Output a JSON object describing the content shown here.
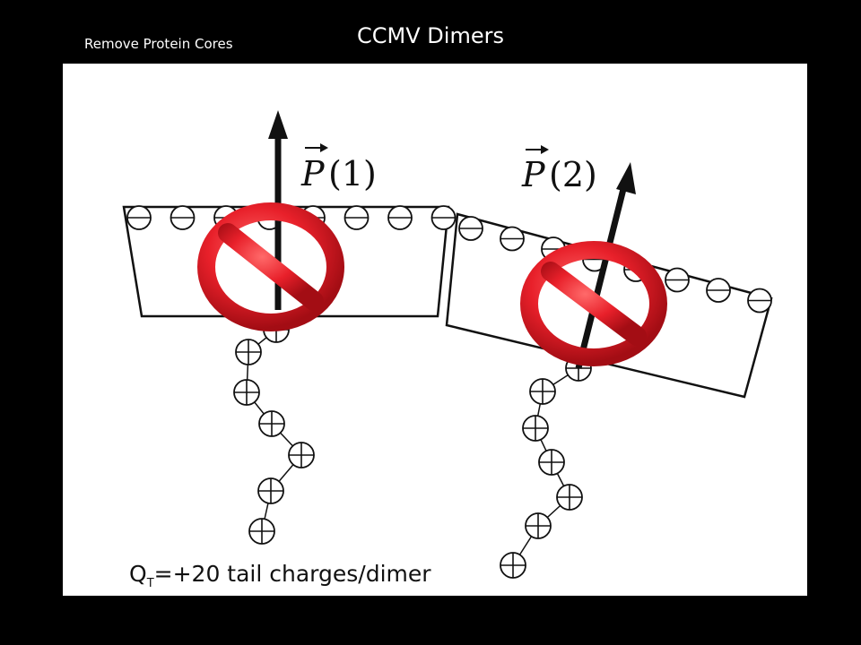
{
  "title": "CCMV Dimers",
  "subtitle": "Remove Protein Cores",
  "vector_labels": {
    "p1": {
      "symbol": "P",
      "arg": "(1)"
    },
    "p2": {
      "symbol": "P",
      "arg": "(2)"
    }
  },
  "caption": {
    "symbol": "Q",
    "subscript": "T",
    "rest": "=+20  tail charges/dimer"
  },
  "prohibition_color": "#e8202a",
  "line_color": "#111111"
}
